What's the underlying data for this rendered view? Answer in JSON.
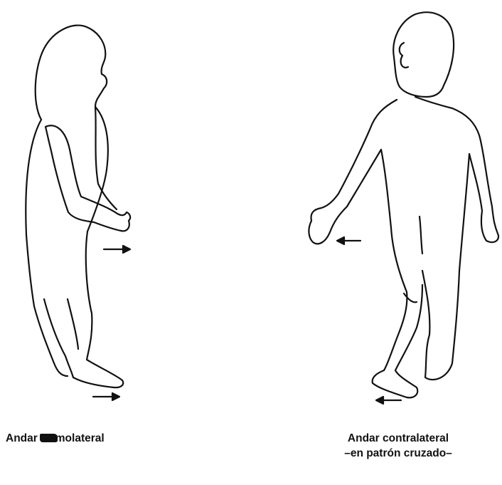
{
  "captions": {
    "left_prefix": "Andar ",
    "left_smudged": "Hom",
    "left_suffix": "olateral",
    "right_line1": "Andar contralateral",
    "right_line2": "–en patrón cruzado–"
  },
  "colors": {
    "line": "#111111",
    "background": "#ffffff"
  }
}
